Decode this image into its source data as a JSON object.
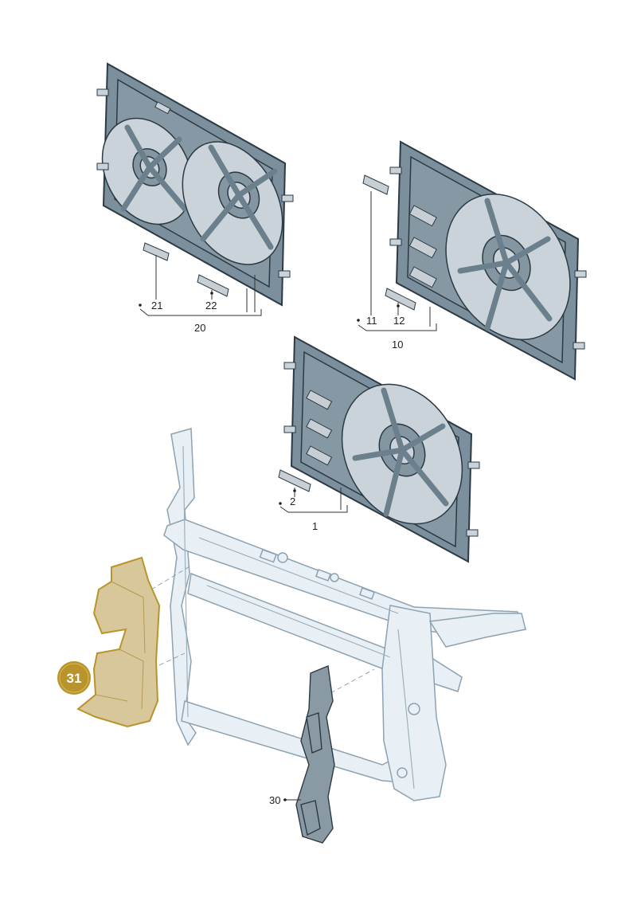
{
  "callouts": {
    "c21": "21",
    "c22": "22",
    "c20": "20",
    "c11": "11",
    "c12": "12",
    "c10": "10",
    "c2": "2",
    "c1": "1",
    "c30": "30",
    "c31": "31"
  },
  "colors": {
    "shroud_dark": "#7b8f9c",
    "carrier_light": "#e8f0f6",
    "highlight_badge": "#b8942b",
    "highlight_part": "#d7c79a"
  }
}
